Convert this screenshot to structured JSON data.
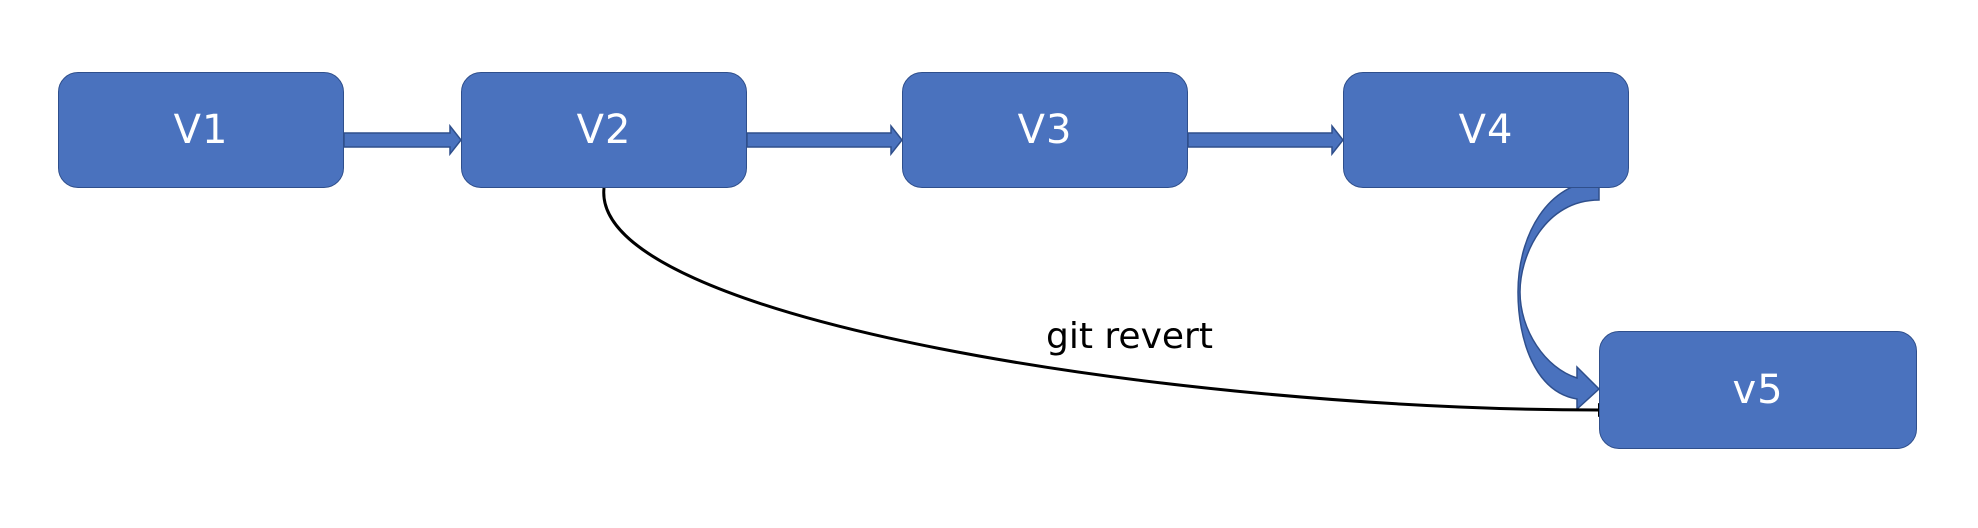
{
  "nodes": {
    "v1": "V1",
    "v2": "V2",
    "v3": "V3",
    "v4": "V4",
    "v5": "v5"
  },
  "edge_label": "git revert",
  "colors": {
    "node_fill": "#4a72be",
    "node_border": "#2f4f8c",
    "arrow_fill": "#4a72be",
    "curve_stroke": "#000000",
    "background": "#ffffff"
  }
}
